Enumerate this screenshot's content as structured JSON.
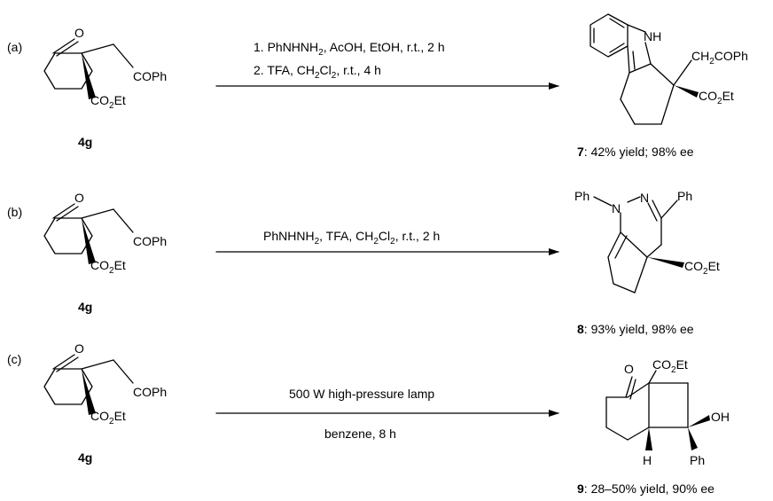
{
  "panels": [
    {
      "label": "(a)",
      "start_compound": "4g",
      "start_substituents": {
        "ketone_o": "O",
        "side_chain": "COPh",
        "ester_prefix": "CO",
        "ester_sub": "2",
        "ester_suffix": "Et"
      },
      "conditions": [
        {
          "pre": "1. PhNHNH",
          "sub": "2",
          "post": ", AcOH, EtOH, r.t., 2 h"
        },
        {
          "pre": "2. TFA, CH",
          "sub": "2",
          "mid": "Cl",
          "sub2": "2",
          "post": ", r.t., 4 h"
        }
      ],
      "product_labels": {
        "nh": "NH",
        "chain_pre": "CH",
        "chain_sub": "2",
        "chain_post": "COPh",
        "ester_prefix": "CO",
        "ester_sub": "2",
        "ester_suffix": "Et"
      },
      "product_number": "7",
      "product_result": ": 42% yield; 98% ee"
    },
    {
      "label": "(b)",
      "start_compound": "4g",
      "start_substituents": {
        "ketone_o": "O",
        "side_chain": "COPh",
        "ester_prefix": "CO",
        "ester_sub": "2",
        "ester_suffix": "Et"
      },
      "conditions": [
        {
          "pre": "PhNHNH",
          "sub": "2",
          "mid": ", TFA, CH",
          "sub2": "2",
          "mid2": "Cl",
          "sub3": "2",
          "post": ", r.t., 2 h"
        }
      ],
      "product_labels": {
        "ph1": "Ph",
        "n1": "N",
        "n2": "N",
        "ph2": "Ph",
        "ester_prefix": "CO",
        "ester_sub": "2",
        "ester_suffix": "Et"
      },
      "product_number": "8",
      "product_result": ": 93% yield, 98% ee"
    },
    {
      "label": "(c)",
      "start_compound": "4g",
      "start_substituents": {
        "ketone_o": "O",
        "side_chain": "COPh",
        "ester_prefix": "CO",
        "ester_sub": "2",
        "ester_suffix": "Et"
      },
      "conditions_top": "500 W high-pressure lamp",
      "conditions_bottom": "benzene, 8 h",
      "product_labels": {
        "ketone_o": "O",
        "ester_prefix": "CO",
        "ester_sub": "2",
        "ester_suffix": "Et",
        "oh": "OH",
        "h": "H",
        "ph": "Ph"
      },
      "product_number": "9",
      "product_result": ": 28–50% yield, 90% ee"
    }
  ]
}
